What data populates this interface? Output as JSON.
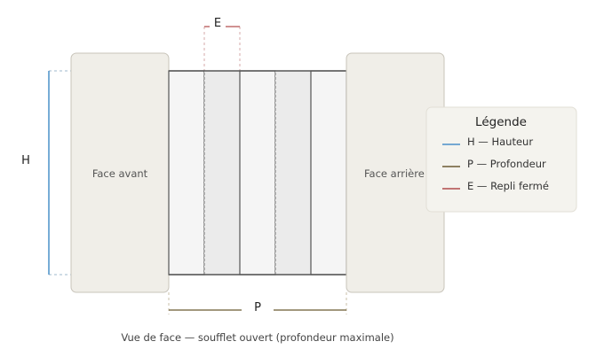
{
  "diagram": {
    "front_face_label": "Face avant",
    "back_face_label": "Face arrière",
    "height_label": "H",
    "depth_label": "P",
    "fold_label": "E",
    "caption": "Vue de face — soufflet ouvert (profondeur maximale)"
  },
  "legend": {
    "title": "Légende",
    "items": [
      {
        "label": "H — Hauteur",
        "color": "#4a90c8"
      },
      {
        "label": "P — Profondeur",
        "color": "#6b5a32"
      },
      {
        "label": "E — Repli fermé",
        "color": "#b04a4a"
      }
    ]
  },
  "colors": {
    "panel_fill": "#f0eee8",
    "panel_stroke": "#c8c4ba",
    "fold_light": "#f5f5f5",
    "fold_dark": "#ebebeb",
    "fold_stroke": "#555555",
    "guide": "#b0b0b0"
  }
}
